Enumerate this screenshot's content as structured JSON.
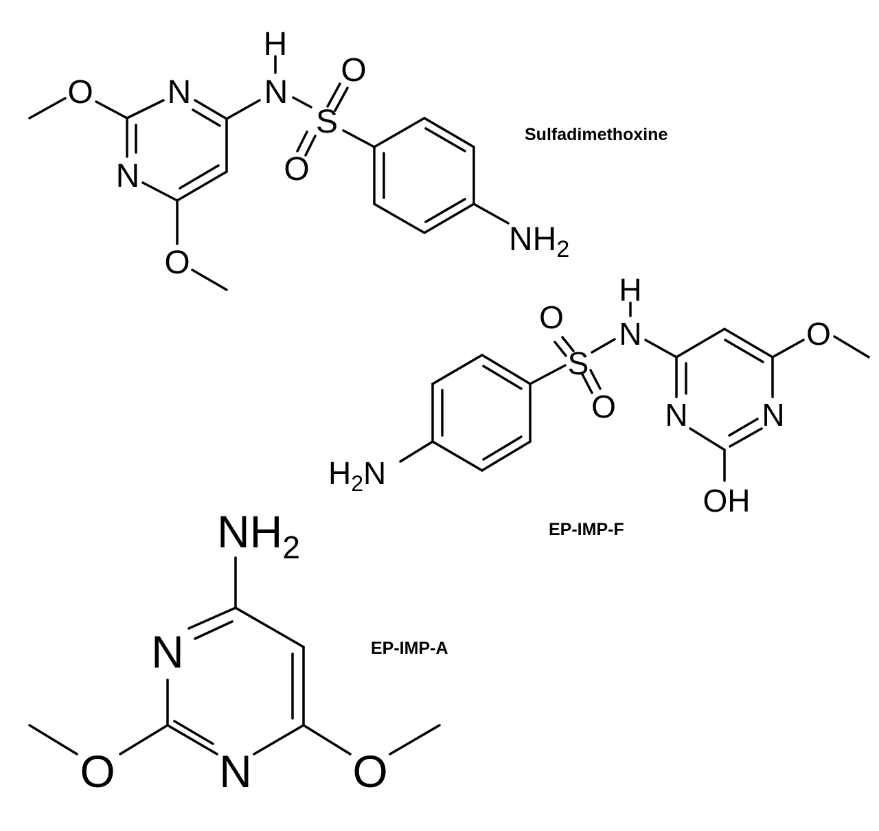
{
  "compounds": {
    "sulfadimethoxine": {
      "name": "Sulfadimethoxine",
      "atoms": {
        "o_left": "O",
        "n_ring_top": "N",
        "n_ring_left": "N",
        "o_bottom": "O",
        "h_nh": "H",
        "n_nh": "N",
        "s": "S",
        "o_s_top": "O",
        "o_s_bottom": "O",
        "nh2_n": "NH",
        "nh2_sub": "2"
      }
    },
    "ep_imp_f": {
      "name": "EP-IMP-F",
      "atoms": {
        "o_s_top": "O",
        "h_nh": "H",
        "n_nh": "N",
        "s": "S",
        "o_s_bottom": "O",
        "o_methoxy": "O",
        "n_ring_left": "N",
        "n_ring_right": "N",
        "oh": "OH",
        "h2n_h": "H",
        "h2n_sub": "2",
        "h2n_n": "N"
      }
    },
    "ep_imp_a": {
      "name": "EP-IMP-A",
      "atoms": {
        "nh2_n": "NH",
        "nh2_sub": "2",
        "n_ring_top": "N",
        "n_ring_bottom": "N",
        "o_left": "O",
        "o_right": "O"
      }
    }
  }
}
